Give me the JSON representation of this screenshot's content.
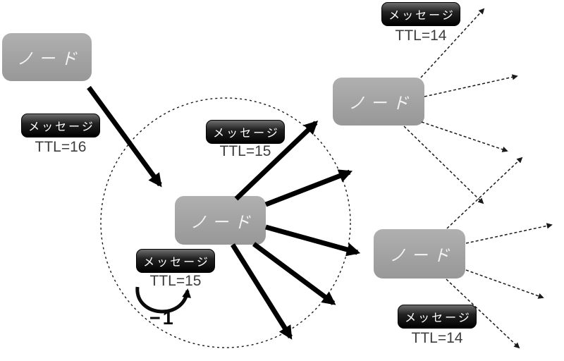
{
  "colors": {
    "background": "#ffffff",
    "node_fill": "#a2a2a2",
    "node_text": "#f2f2f2",
    "message_fill": "#000000",
    "message_text": "#ffffff",
    "ttl_text": "#3d3d3d",
    "arrow": "#000000"
  },
  "diagram": {
    "origin": {
      "node_label": "ノード",
      "message_label": "メッセージ",
      "ttl": "TTL=16"
    },
    "center": {
      "node_label": "ノード",
      "message_top_label": "メッセージ",
      "ttl_outgoing": "TTL=15",
      "message_bottom_label": "メッセージ",
      "ttl_decremented": "TTL=15",
      "decrement": "−1"
    },
    "upper_right": {
      "node_label": "ノード",
      "message_label": "メッセージ",
      "ttl": "TTL=14"
    },
    "lower_right": {
      "node_label": "ノード",
      "message_label": "メッセージ",
      "ttl": "TTL=14"
    }
  }
}
